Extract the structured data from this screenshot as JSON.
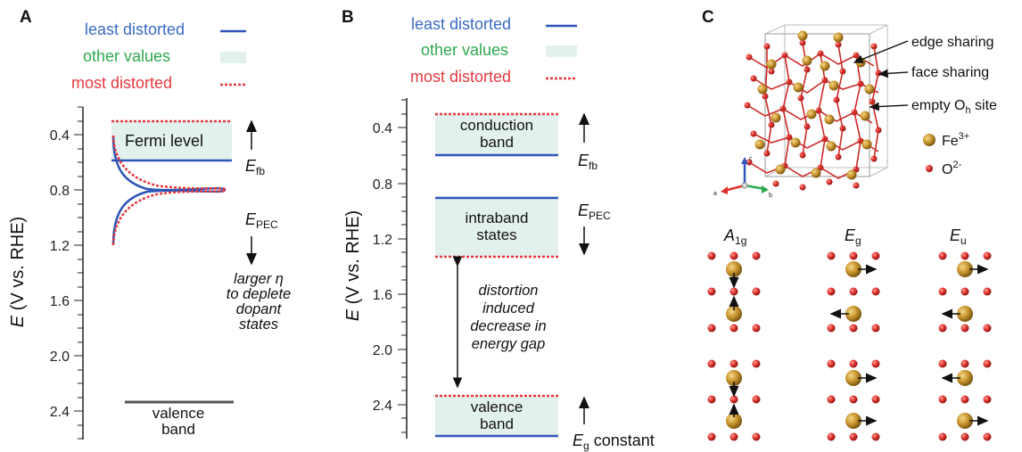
{
  "panels": {
    "A": {
      "label": "A",
      "legend": {
        "least": "least distorted",
        "other": "other values",
        "most": "most distorted"
      },
      "axis": {
        "title_italic": "E",
        "title_rest": " (V vs. RHE)",
        "ticks": [
          "0.4",
          "0.8",
          "1.2",
          "1.6",
          "2.0",
          "2.4"
        ]
      },
      "fermi": "Fermi level",
      "efb": "E",
      "efb_sub": "fb",
      "epec": "E",
      "epec_sub": "PEC",
      "eta_note": [
        "larger η",
        "to deplete",
        "dopant",
        "states"
      ],
      "valence": [
        "valence",
        "band"
      ]
    },
    "B": {
      "label": "B",
      "legend": {
        "least": "least distorted",
        "other": "other values",
        "most": "most distorted"
      },
      "axis": {
        "title_italic": "E",
        "title_rest": " (V vs. RHE)",
        "ticks": [
          "0.4",
          "0.8",
          "1.2",
          "1.6",
          "2.0",
          "2.4"
        ]
      },
      "conduction": [
        "conduction",
        "band"
      ],
      "efb": "E",
      "efb_sub": "fb",
      "epec": "E",
      "epec_sub": "PEC",
      "intraband": [
        "intraband",
        "states"
      ],
      "distortion_note": [
        "distortion",
        "induced",
        "decrease in",
        "energy gap"
      ],
      "valence": [
        "valence",
        "band"
      ],
      "eg": "E",
      "eg_sub": "g",
      "eg_rest": " constant"
    },
    "C": {
      "label": "C",
      "annotations": {
        "edge": "edge sharing",
        "face": "face sharing",
        "empty": "empty O",
        "empty_sub": "h",
        "empty_rest": " site"
      },
      "species": [
        {
          "ion": "Fe",
          "charge": "3+",
          "color": "#b8862a"
        },
        {
          "ion": "O",
          "charge": "2-",
          "color": "#d9302c"
        }
      ],
      "axes_labels": {
        "a": "a",
        "b": "b",
        "c": "c"
      },
      "modes": [
        {
          "sym": "A",
          "sub": "1g"
        },
        {
          "sym": "E",
          "sub": "g"
        },
        {
          "sym": "E",
          "sub": "u"
        }
      ]
    }
  },
  "colors": {
    "least": "#2e55b7",
    "other": "#e3f1ee",
    "most": "#e4393f",
    "legend_least_text": "#3a6bc4",
    "legend_other_text": "#2fa84f",
    "legend_most_text": "#e4393f",
    "fe": "#b8862a",
    "o": "#d9302c"
  }
}
